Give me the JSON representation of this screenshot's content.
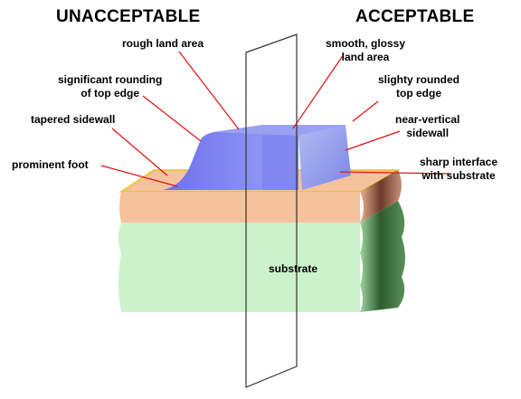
{
  "headings": {
    "left": "UNACCEPTABLE",
    "right": "ACCEPTABLE"
  },
  "annotations": {
    "rough_land_area": "rough land area",
    "significant_rounding": [
      "significant rounding",
      "of top edge"
    ],
    "tapered_sidewall": "tapered sidewall",
    "prominent_foot": "prominent foot",
    "smooth_glossy": [
      "smooth, glossy",
      "land area"
    ],
    "slightly_rounded": [
      "slighty rounded",
      "top edge"
    ],
    "near_vertical": [
      "near-vertical",
      "sidewall"
    ],
    "sharp_interface": [
      "sharp interface",
      "with substrate"
    ]
  },
  "substrate_label": "substrate",
  "colors": {
    "substrate": "#ccf2cc",
    "substrate_side": "#2e5c2e",
    "layer": "#f5c29c",
    "layer_side": "#7a4232",
    "layer_edge": "#e8c020",
    "feature": "#7b7ff0",
    "feature_side": "#9aa6ee",
    "leader": "#e01010",
    "plane": "#333333"
  }
}
